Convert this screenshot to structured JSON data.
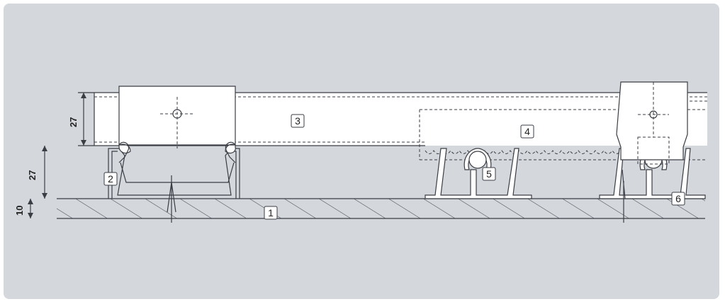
{
  "dimensions": {
    "rail_height": "27",
    "rib_height": "27",
    "slab_thickness": "10"
  },
  "callouts": [
    "1",
    "2",
    "3",
    "4",
    "5",
    "6"
  ],
  "colors": {
    "panel_background": "#d4d7dc",
    "line": "#3a3d44",
    "fill": "#ffffff"
  }
}
